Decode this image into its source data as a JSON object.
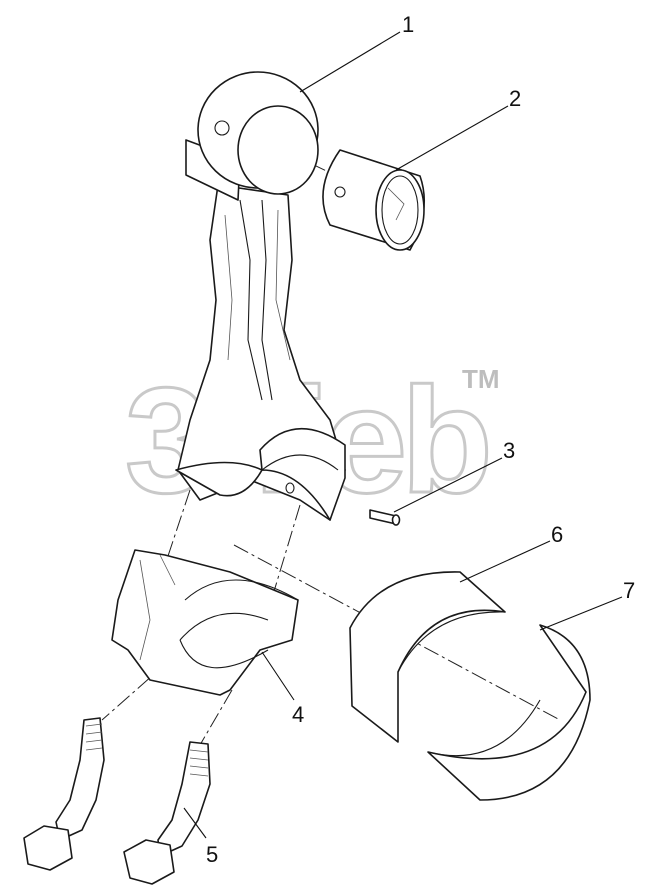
{
  "diagram": {
    "callouts": [
      {
        "id": "1",
        "label": "1"
      },
      {
        "id": "2",
        "label": "2"
      },
      {
        "id": "3",
        "label": "3"
      },
      {
        "id": "4",
        "label": "4"
      },
      {
        "id": "5",
        "label": "5"
      },
      {
        "id": "6",
        "label": "6"
      },
      {
        "id": "7",
        "label": "7"
      }
    ]
  },
  "watermark": {
    "text": "3nieb",
    "trademark": "TM"
  }
}
